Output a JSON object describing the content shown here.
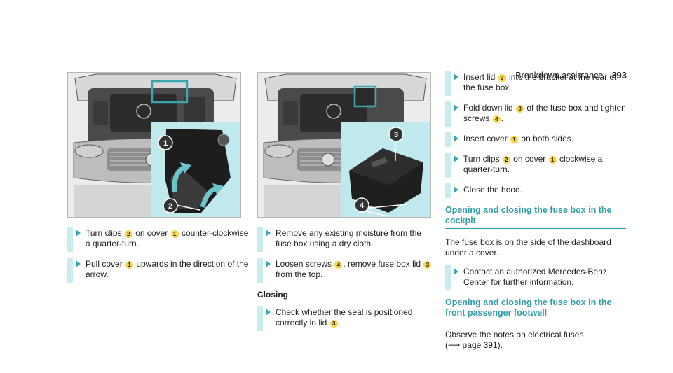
{
  "header": {
    "section": "Breakdown assistance",
    "page": "393"
  },
  "figures": {
    "left": {
      "callouts": [
        "1",
        "2"
      ]
    },
    "middle": {
      "callouts": [
        "3",
        "4"
      ]
    }
  },
  "col1": {
    "steps": [
      {
        "a": "Turn clips ",
        "b1": "2",
        "m": " on cover ",
        "b2": "1",
        "e": " counter-clockwise a quarter-turn."
      },
      {
        "a": "Pull cover ",
        "b1": "1",
        "e": " upwards in the direction of the arrow."
      }
    ]
  },
  "col2": {
    "steps": [
      {
        "text": "Remove any existing moisture from the fuse box using a dry cloth."
      },
      {
        "a": "Loosen screws ",
        "b1": "4",
        "m": ", remove fuse box lid ",
        "b2": "3",
        "e": " from the top."
      }
    ],
    "closing_heading": "Closing",
    "closing_steps": [
      {
        "a": "Check whether the seal is positioned correctly in lid ",
        "b1": "3",
        "e": "."
      }
    ]
  },
  "col3": {
    "steps": [
      {
        "a": "Insert lid ",
        "b1": "3",
        "e": " into the bracket at the rear of the fuse box."
      },
      {
        "a": "Fold down lid ",
        "b1": "3",
        "e": " of the fuse box and tighten screws ",
        "b2": "4",
        "z": "."
      },
      {
        "a": "Insert cover ",
        "b1": "1",
        "e": " on both sides."
      },
      {
        "a": "Turn clips ",
        "b1": "2",
        "m": " on cover ",
        "b2": "1",
        "e": " clockwise a quarter-turn."
      },
      {
        "text": "Close the hood."
      }
    ],
    "section1": {
      "title": "Opening and closing the fuse box in the cockpit",
      "para": "The fuse box is on the side of the dashboard under a cover.",
      "step": "Contact an authorized Mercedes-Benz Center for further information."
    },
    "section2": {
      "title": "Opening and closing the fuse box in the front passenger footwell",
      "para_a": "Observe the notes on electrical fuses",
      "para_b": "(",
      "ref_arrow": "⟶",
      "para_c": " page 391)."
    }
  },
  "colors": {
    "accent": "#2f9ea6",
    "step_bar": "#c9ecee",
    "badge": "#f5d64a",
    "inset_bg": "#bfe9ec"
  }
}
